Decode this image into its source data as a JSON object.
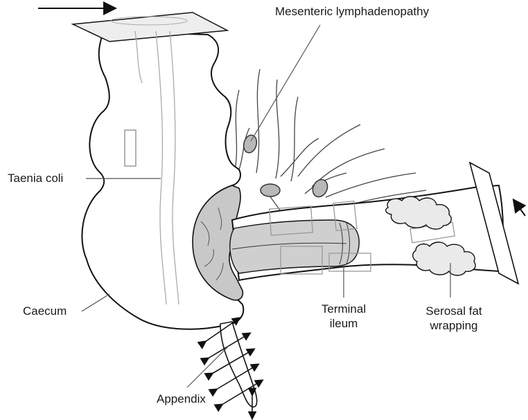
{
  "labels": {
    "mesenteric": "Mesenteric lymphadenopathy",
    "taenia": "Taenia coli",
    "caecum": "Caecum",
    "terminal_line1": "Terminal",
    "terminal_line2": "ileum",
    "serosal_line1": "Serosal fat",
    "serosal_line2": "wrapping",
    "appendix": "Appendix"
  }
}
